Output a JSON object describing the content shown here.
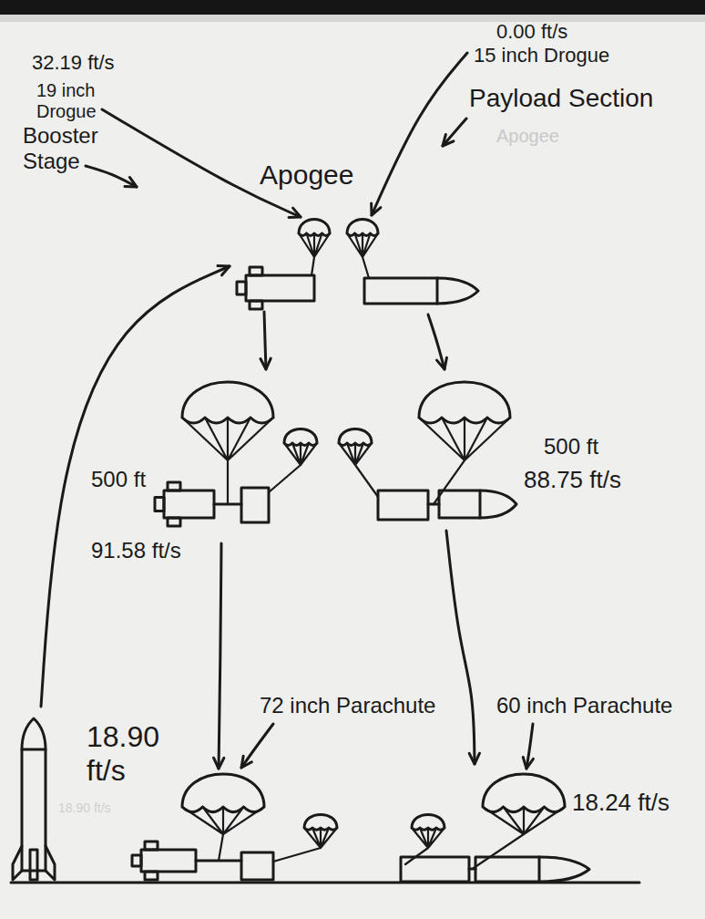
{
  "diagram": {
    "labels": [
      "32.19 ft/s",
      "19 inch Drogue",
      "Booster Stage",
      "Apogee",
      "0.00 ft/s",
      "15 inch Drogue",
      "Payload Section",
      "Apogee",
      "500 ft",
      "91.58 ft/s",
      "500 ft",
      "88.75 ft/s",
      "72 inch Parachute",
      "60 inch Parachute",
      "18.90 ft/s",
      "18.90 ft/s",
      "18.24 ft/s"
    ]
  }
}
